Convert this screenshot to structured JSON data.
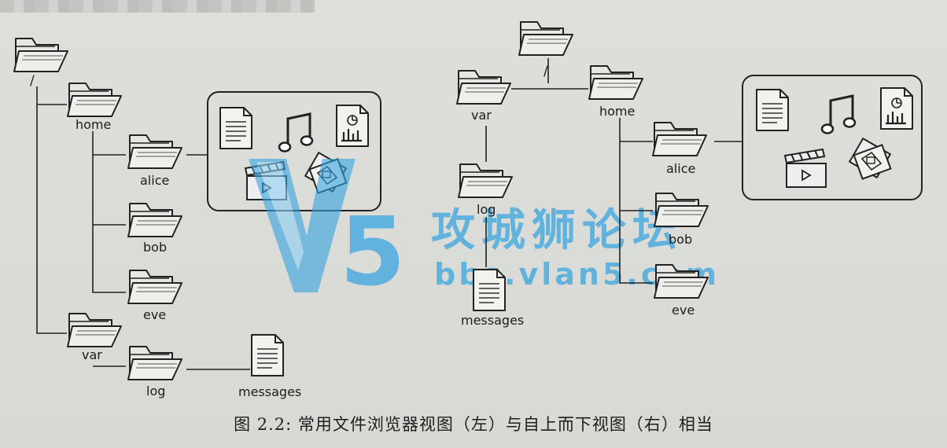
{
  "left_tree": {
    "root_label": "/",
    "home_label": "home",
    "alice_label": "alice",
    "bob_label": "bob",
    "eve_label": "eve",
    "var_label": "var",
    "log_label": "log",
    "messages_label": "messages"
  },
  "right_tree": {
    "root_label": "/",
    "var_label": "var",
    "home_label": "home",
    "log_label": "log",
    "messages_label": "messages",
    "alice_label": "alice",
    "bob_label": "bob",
    "eve_label": "eve"
  },
  "watermark": {
    "brand_cn": "攻城狮论坛",
    "url": "bbs.vlan5.com",
    "logo_digit": "5"
  },
  "caption": "图 2.2: 常用文件浏览器视图（左）与自上而下视图（右）相当",
  "icons": [
    "folder-icon",
    "document-icon",
    "music-note-icon",
    "chart-doc-icon",
    "video-clapper-icon",
    "photos-icon"
  ],
  "colors": {
    "ink": "#1c1c1c",
    "watermark": "#34a3e1",
    "background": "#dcdcd8"
  }
}
